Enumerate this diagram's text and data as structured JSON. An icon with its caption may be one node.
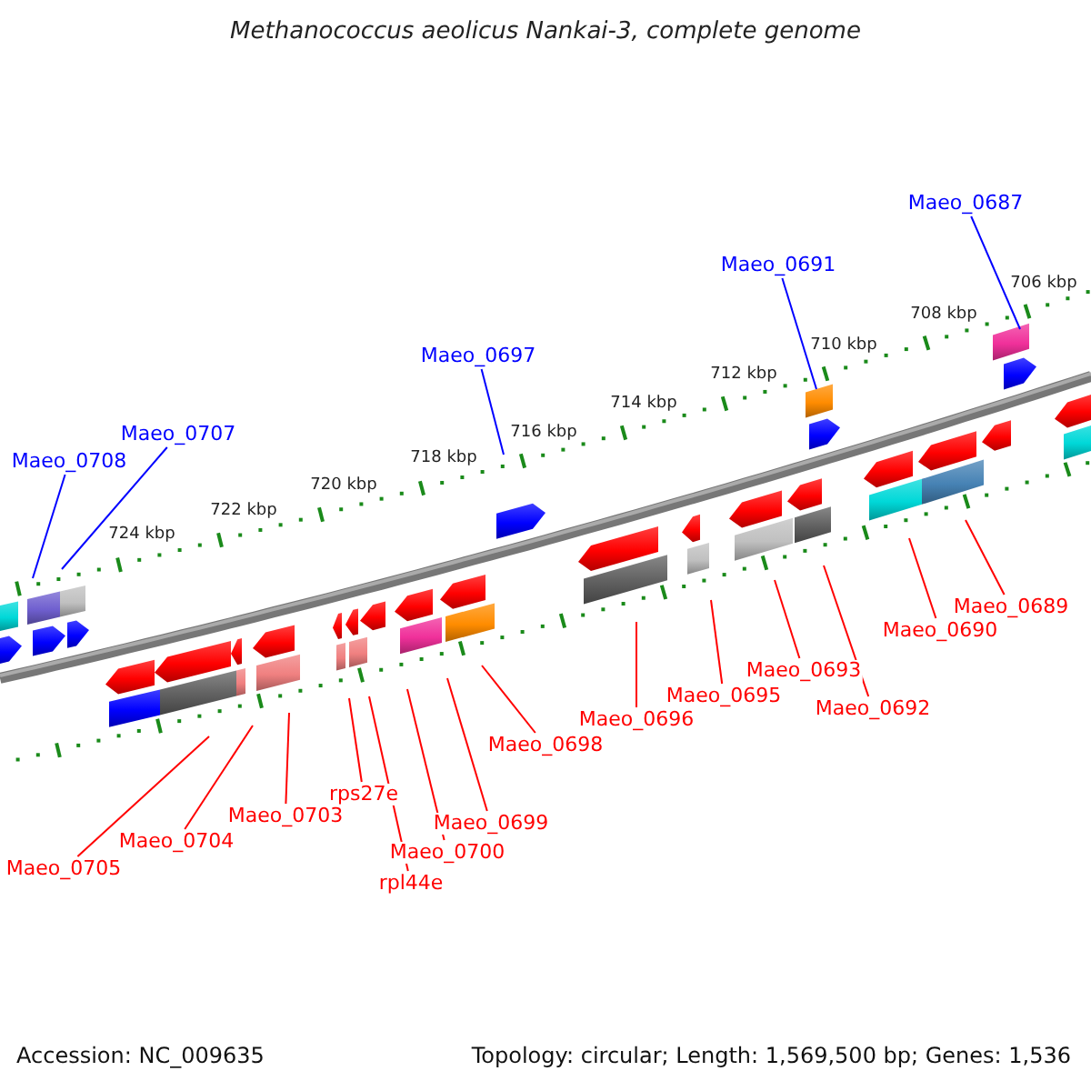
{
  "diagram": {
    "title": "Methanococcus aeolicus Nankai-3, complete genome",
    "nodes": [
      {
        "text": [
          "Maeo_0708"
        ]
      },
      {
        "text": [
          "Maeo_0707"
        ]
      },
      {
        "text": [
          "Maeo_0697"
        ]
      },
      {
        "text": [
          "Maeo_0691"
        ]
      },
      {
        "text": [
          "Maeo_0687"
        ]
      },
      {
        "text": [
          "Maeo_0705"
        ]
      },
      {
        "text": [
          "Maeo_0704"
        ]
      },
      {
        "text": [
          "Maeo_0703"
        ]
      },
      {
        "text": [
          "rps27e"
        ]
      },
      {
        "text": [
          "Maeo_0700"
        ]
      },
      {
        "text": [
          "rpl44e"
        ]
      },
      {
        "text": [
          "Maeo_0699"
        ]
      },
      {
        "text": [
          "Maeo_0698"
        ]
      },
      {
        "text": [
          "Maeo_0696"
        ]
      },
      {
        "text": [
          "Maeo_0695"
        ]
      },
      {
        "text": [
          "Maeo_0693"
        ]
      },
      {
        "text": [
          "Maeo_0692"
        ]
      },
      {
        "text": [
          "Maeo_0690"
        ]
      },
      {
        "text": [
          "Maeo_0689"
        ]
      }
    ],
    "edges": [
      {
        "from": 0,
        "to": null,
        "arrow": "none",
        "color": "#0000ff"
      },
      {
        "from": 1,
        "to": null,
        "arrow": "none",
        "color": "#0000ff"
      },
      {
        "from": 2,
        "to": null,
        "arrow": "none",
        "color": "#0000ff"
      },
      {
        "from": 3,
        "to": null,
        "arrow": "none",
        "color": "#0000ff"
      },
      {
        "from": 4,
        "to": null,
        "arrow": "none",
        "color": "#0000ff"
      },
      {
        "from": 5,
        "to": null,
        "arrow": "none"
      },
      {
        "from": 6,
        "to": null,
        "arrow": "none"
      },
      {
        "from": 7,
        "to": null,
        "arrow": "none"
      },
      {
        "from": 8,
        "to": null,
        "arrow": "none"
      },
      {
        "from": 9,
        "to": null,
        "arrow": "none"
      },
      {
        "from": 10,
        "to": null,
        "arrow": "none"
      },
      {
        "from": 11,
        "to": null,
        "arrow": "none"
      },
      {
        "from": 12,
        "to": null,
        "arrow": "none"
      },
      {
        "from": 13,
        "to": null,
        "arrow": "none"
      },
      {
        "from": 14,
        "to": null,
        "arrow": "none"
      },
      {
        "from": 15,
        "to": null,
        "arrow": "none"
      },
      {
        "from": 16,
        "to": null,
        "arrow": "none"
      },
      {
        "from": 17,
        "to": null,
        "arrow": "none"
      },
      {
        "from": 18,
        "to": null,
        "arrow": "none"
      }
    ],
    "labels": [
      "724 kbp",
      "722 kbp",
      "720 kbp",
      "718 kbp",
      "716 kbp",
      "714 kbp",
      "712 kbp",
      "710 kbp",
      "708 kbp",
      "706 kbp",
      "Accession: NC_009635",
      "Topology: circular; Length: 1,569,500 bp; Genes: 1,536"
    ]
  }
}
